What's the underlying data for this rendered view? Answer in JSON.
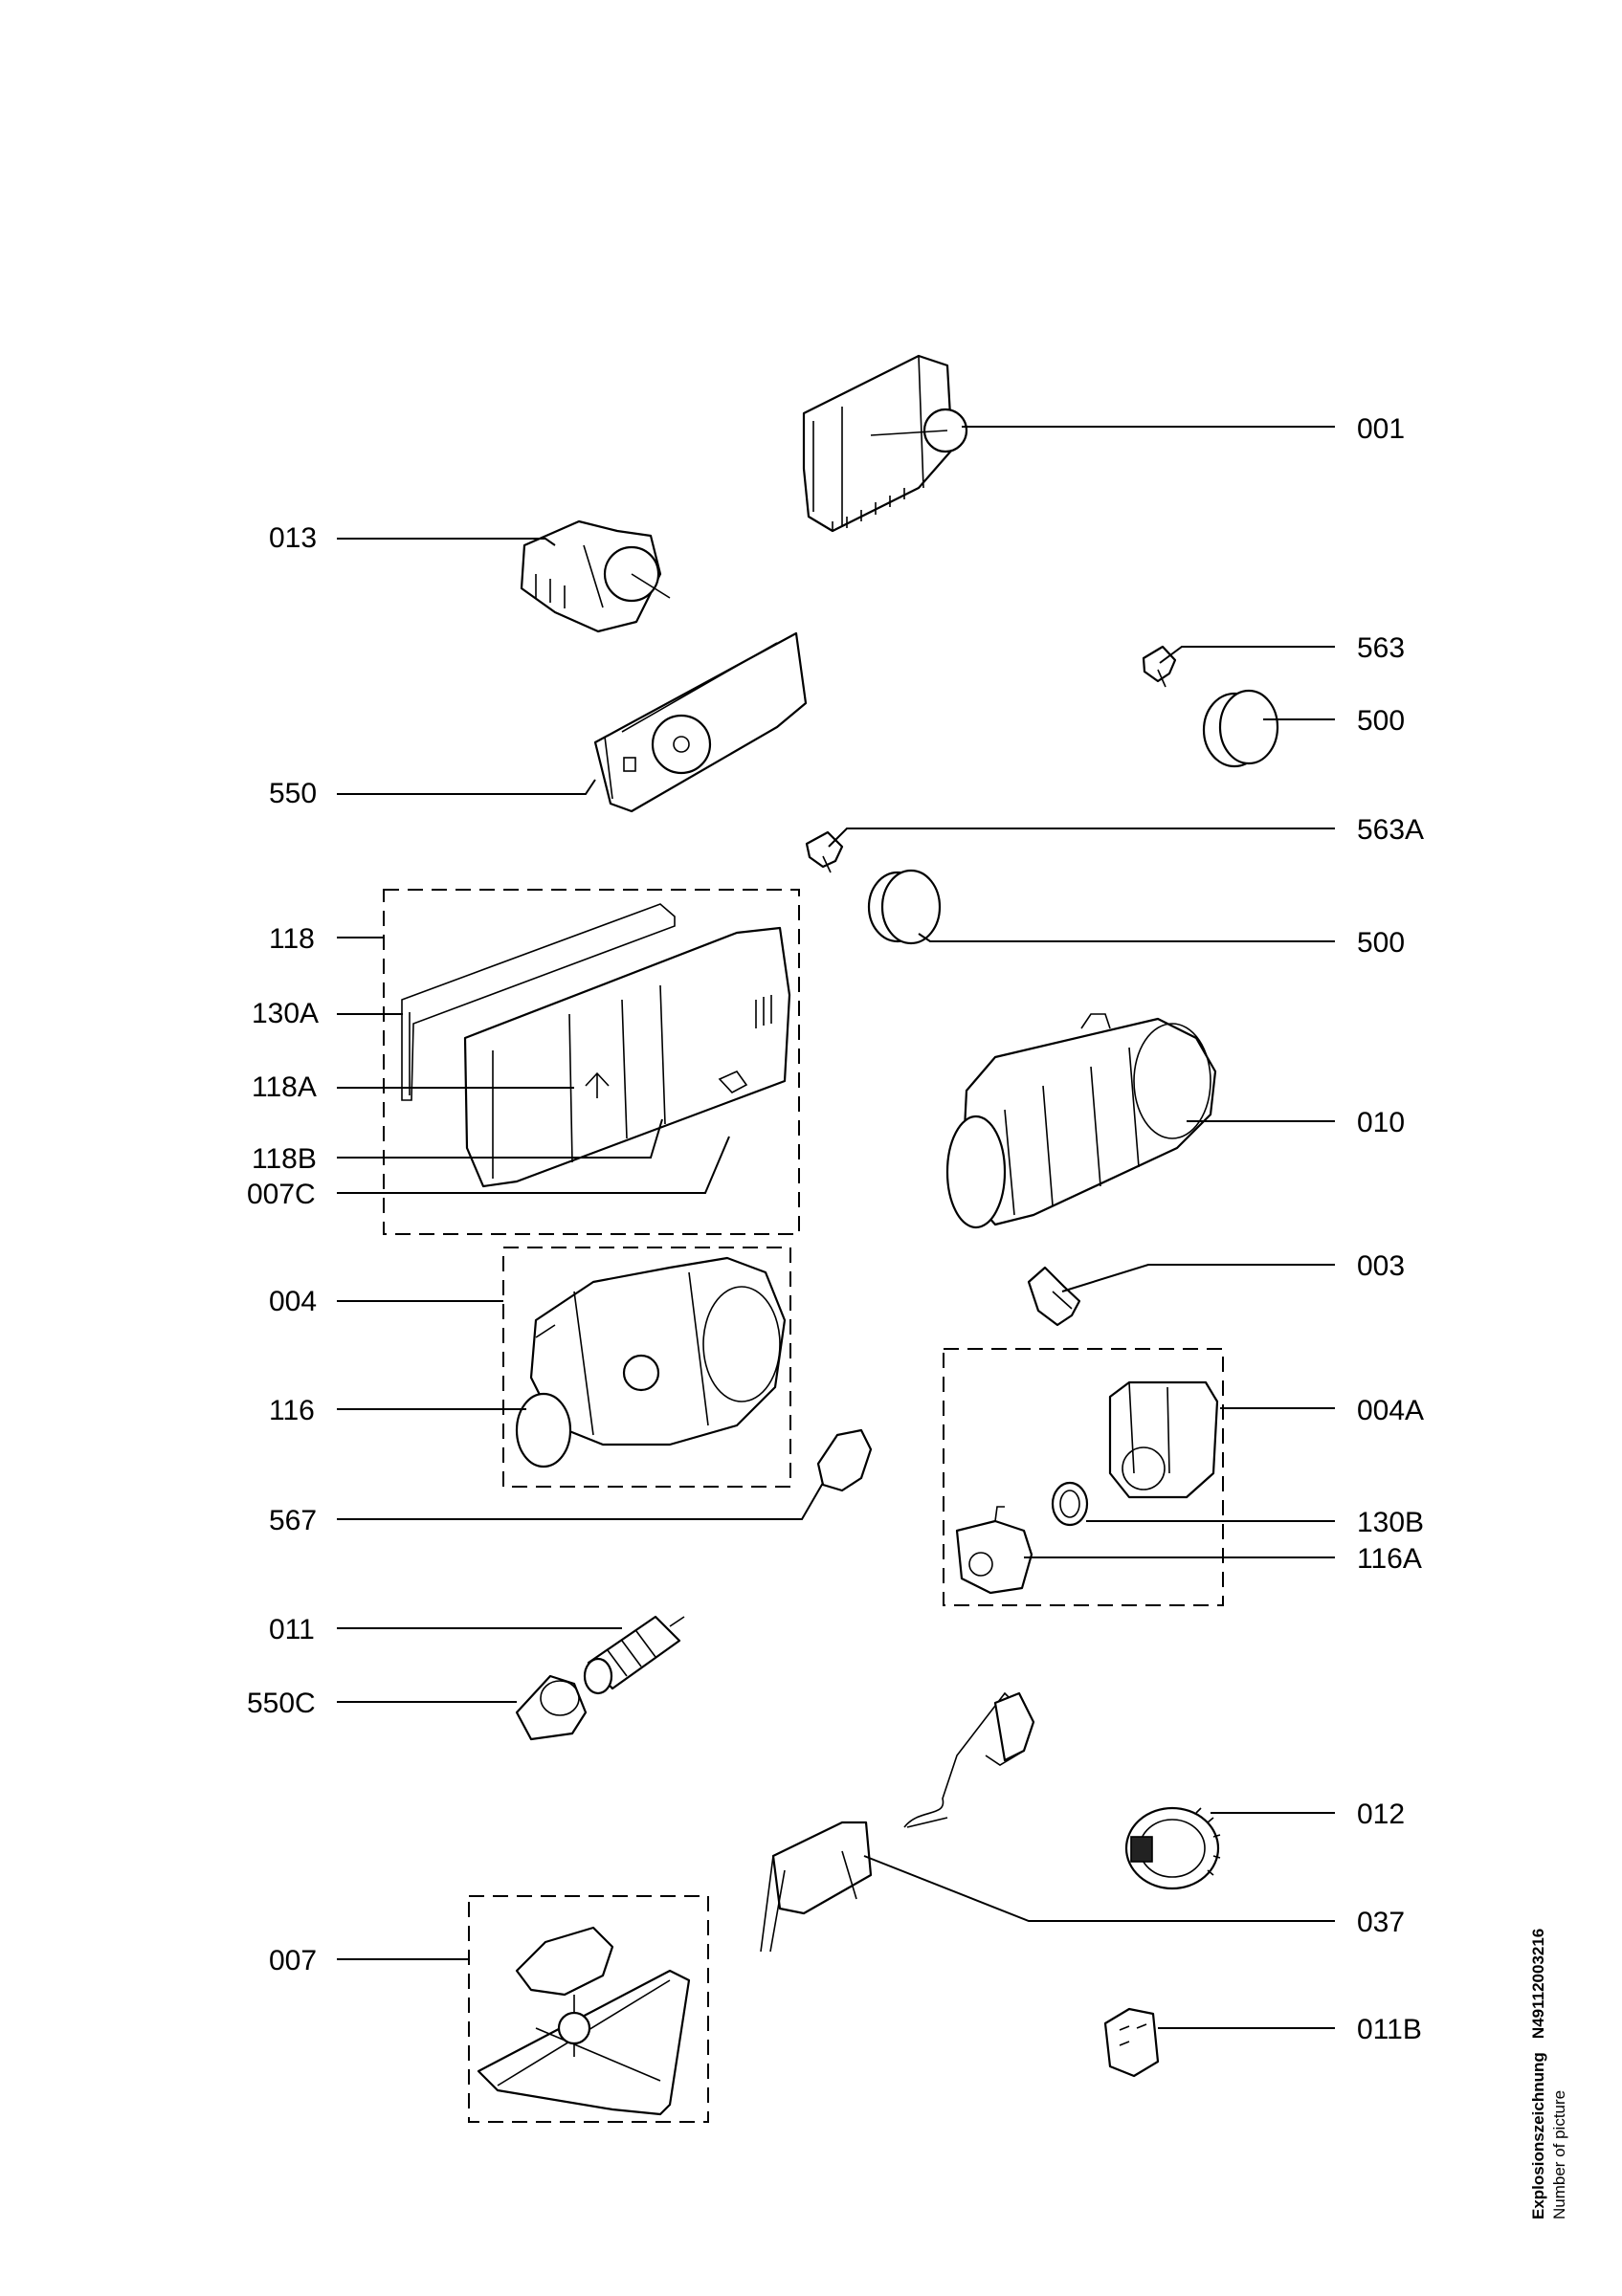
{
  "callouts": {
    "c001": "001",
    "c013": "013",
    "c563": "563",
    "c500a": "500",
    "c550": "550",
    "c563A": "563A",
    "c118": "118",
    "c500b": "500",
    "c130A": "130A",
    "c118A": "118A",
    "c010": "010",
    "c118B": "118B",
    "c007C": "007C",
    "c003": "003",
    "c004": "004",
    "c004A": "004A",
    "c116": "116",
    "c567": "567",
    "c130B": "130B",
    "c116A": "116A",
    "c011": "011",
    "c550C": "550C",
    "c012": "012",
    "c037": "037",
    "c007": "007",
    "c011B": "011B"
  },
  "side_text": {
    "title": "Explosionszeichnung",
    "number": "N49112003216",
    "subtitle": "Number of picture"
  }
}
